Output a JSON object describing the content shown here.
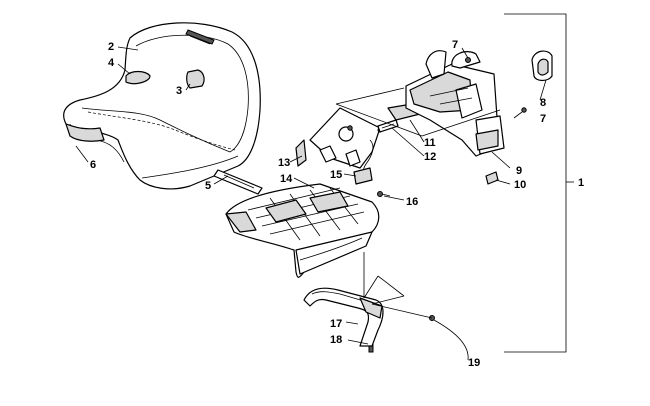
{
  "callouts": {
    "c1": "1",
    "c2": "2",
    "c3": "3",
    "c4": "4",
    "c5": "5",
    "c6": "6",
    "c7a": "7",
    "c7b": "7",
    "c8": "8",
    "c9": "9",
    "c10": "10",
    "c11": "11",
    "c12": "12",
    "c13": "13",
    "c14": "14",
    "c15": "15",
    "c16": "16",
    "c17": "17",
    "c18": "18",
    "c19": "19"
  }
}
